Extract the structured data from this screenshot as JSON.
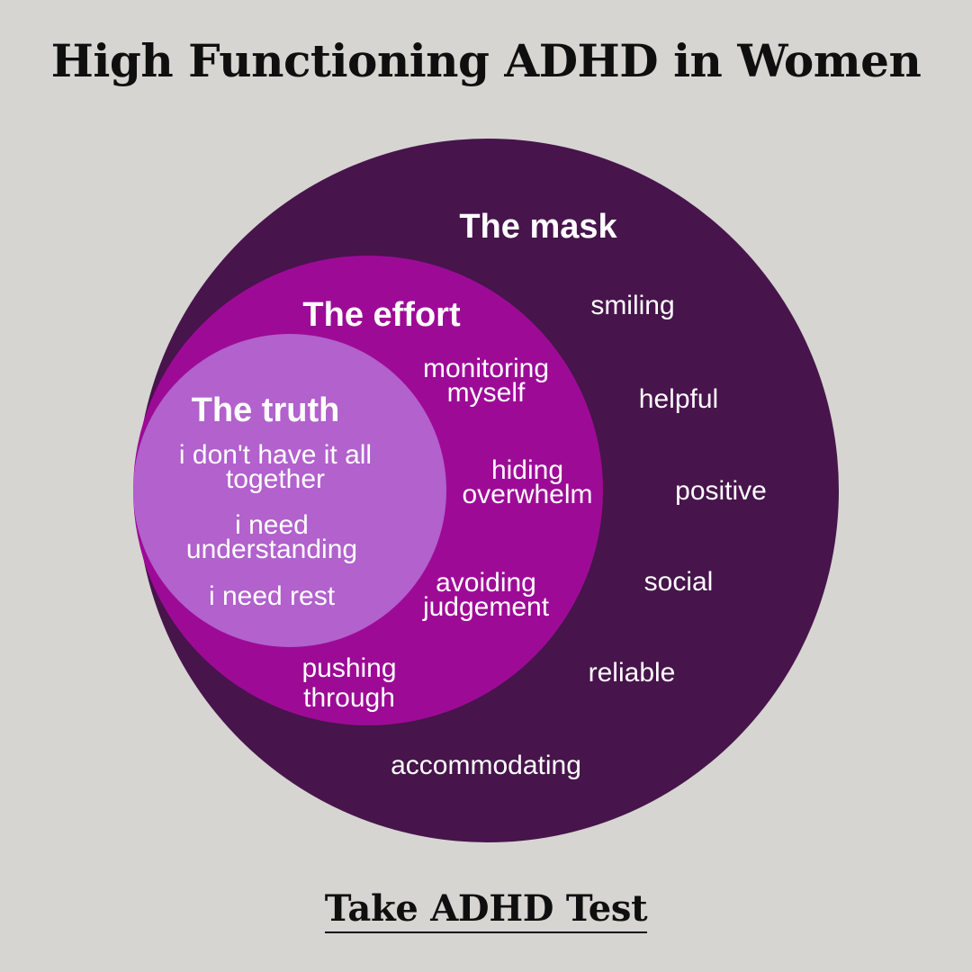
{
  "title": "High Functioning ADHD in Women",
  "diagram": {
    "mask": {
      "heading": "The mask",
      "items": [
        "smiling",
        "helpful",
        "positive",
        "social",
        "reliable",
        "accommodating"
      ]
    },
    "effort": {
      "heading": "The effort",
      "items": [
        "monitoring myself",
        "hiding overwhelm",
        "avoiding judgement",
        "pushing through"
      ]
    },
    "truth": {
      "heading": "The truth",
      "items": [
        "i don't have it all together",
        "i need understanding",
        "i need rest"
      ]
    },
    "colors": {
      "background": "#d6d5d1",
      "mask": "#47144c",
      "effort": "#9d0b96",
      "truth": "#b261cd",
      "text": "#ffffff"
    }
  },
  "cta": {
    "label": "Take ADHD Test"
  }
}
